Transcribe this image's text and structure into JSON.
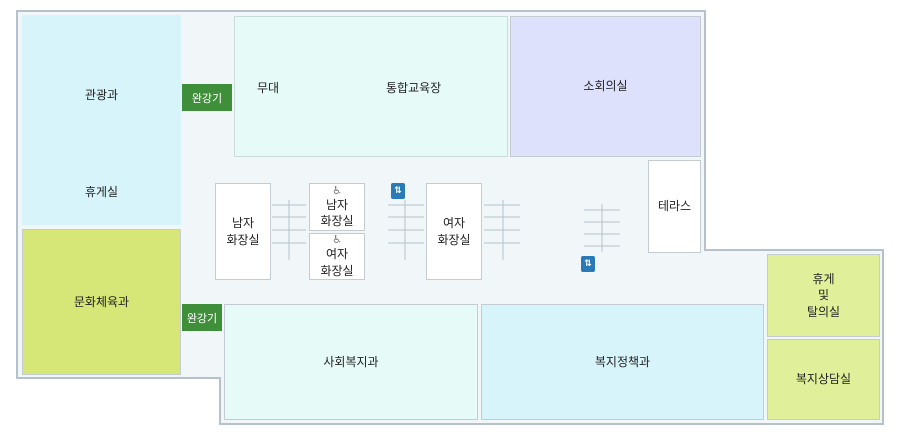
{
  "rooms": {
    "tourism": "관광과",
    "lounge": "휴게실",
    "culture_sports": "문화체육과",
    "stage": "무대",
    "education_hall": "통합교육장",
    "small_meeting": "소회의실",
    "terrace": "테라스",
    "mens_restroom_left": "남자\n화장실",
    "mens_restroom_accessible": "남자\n화장실",
    "womens_restroom_accessible": "여자\n화장실",
    "womens_restroom_right": "여자\n화장실",
    "social_welfare": "사회복지과",
    "welfare_policy": "복지정책과",
    "rest_changing": "휴게\n및\n탈의실",
    "welfare_counseling": "복지상담실"
  },
  "labels": {
    "buffer_space_top": "완강기",
    "buffer_space_bottom": "완강기"
  },
  "icons": {
    "accessible": "wheelchair-icon",
    "elevator": "elevator-icon",
    "elevator_glyph": "⇅",
    "wheelchair_glyph": "♿"
  },
  "colors": {
    "outline": "#b5c2cb",
    "corridor": "#f1f6f8",
    "green_tag": "#3f8f3a"
  }
}
